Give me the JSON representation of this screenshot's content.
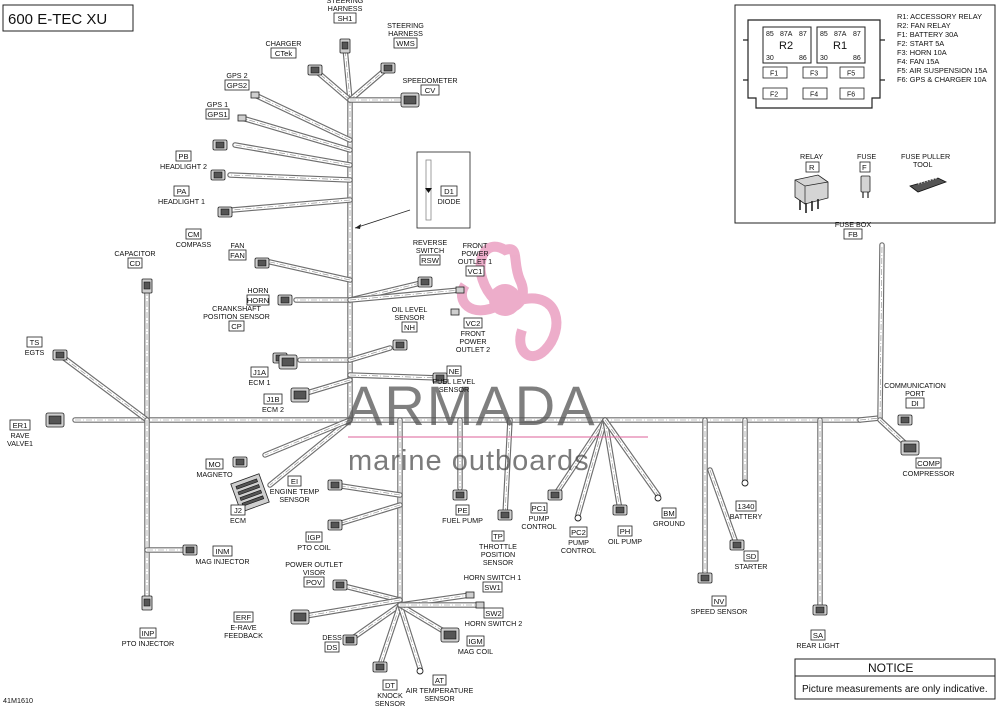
{
  "title": "600 E-TEC XU",
  "drawing_id": "41M1610",
  "notice": {
    "heading": "NOTICE",
    "text": "Picture measurements are only indicative."
  },
  "watermark": {
    "brand": "ARMADA",
    "tagline": "marine outboards"
  },
  "fuse_legend": [
    "R1: ACCESSORY RELAY",
    "R2: FAN RELAY",
    "F1: BATTERY 30A",
    "F2: START 5A",
    "F3: HORN 10A",
    "F4: FAN 15A",
    "F5: AIR SUSPENSION 15A",
    "F6: GPS & CHARGER 10A"
  ],
  "fuse_box_panel": {
    "r2": {
      "name": "R2",
      "pins": [
        "85",
        "87A",
        "87",
        "30",
        "86"
      ]
    },
    "r1": {
      "name": "R1",
      "pins": [
        "85",
        "87A",
        "87",
        "30",
        "86"
      ]
    },
    "fuses": [
      "F1",
      "F3",
      "F5",
      "F2",
      "F4",
      "F6"
    ]
  },
  "parts": {
    "relay": {
      "name": "RELAY",
      "code": "R"
    },
    "fuse": {
      "name": "FUSE",
      "code": "F"
    },
    "puller": {
      "name": "FUSE PULLER\nTOOL"
    }
  },
  "diode": {
    "code": "D1",
    "name": "DIODE"
  },
  "connectors": {
    "sh1": {
      "code": "SH1",
      "name": "STEERING\nHARNESS"
    },
    "wms": {
      "code": "WMS",
      "name": "STEERING\nHARNESS"
    },
    "ctek": {
      "code": "CTek",
      "name": "CHARGER"
    },
    "cv": {
      "code": "CV",
      "name": "SPEEDOMETER"
    },
    "gps2": {
      "code": "GPS2",
      "name": "GPS 2"
    },
    "gps1": {
      "code": "GPS1",
      "name": "GPS 1"
    },
    "pb": {
      "code": "PB",
      "name": "HEADLIGHT 2"
    },
    "pa": {
      "code": "PA",
      "name": "HEADLIGHT 1"
    },
    "cm": {
      "code": "CM",
      "name": "COMPASS"
    },
    "fan": {
      "code": "FAN",
      "name": "FAN"
    },
    "cd": {
      "code": "CD",
      "name": "CAPACITOR"
    },
    "horn": {
      "code": "HORN",
      "name": "HORN"
    },
    "rsw": {
      "code": "RSW",
      "name": "REVERSE\nSWITCH"
    },
    "vc1": {
      "code": "VC1",
      "name": "FRONT\nPOWER\nOUTLET 1"
    },
    "vc2": {
      "code": "VC2",
      "name": "FRONT\nPOWER\nOUTLET 2"
    },
    "cp": {
      "code": "CP",
      "name": "CRANKSHAFT\nPOSITION SENSOR"
    },
    "nh": {
      "code": "NH",
      "name": "OIL LEVEL\nSENSOR"
    },
    "ts": {
      "code": "TS",
      "name": "EGTS"
    },
    "j1a": {
      "code": "J1A",
      "name": "ECM 1"
    },
    "ne": {
      "code": "NE",
      "name": "FUEL LEVEL\nSENSOR"
    },
    "j1b": {
      "code": "J1B",
      "name": "ECM 2"
    },
    "er1": {
      "code": "ER1",
      "name": "RAVE\nVALVE1"
    },
    "di": {
      "code": "DI",
      "name": "COMMUNICATION\nPORT"
    },
    "fb": {
      "code": "FB",
      "name": "FUSE BOX"
    },
    "comp": {
      "code": "COMP",
      "name": "COMPRESSOR"
    },
    "mo": {
      "code": "MO",
      "name": "MAGNETO"
    },
    "ei": {
      "code": "EI",
      "name": "ENGINE TEMP\nSENSOR"
    },
    "j2": {
      "code": "J2",
      "name": "ECM"
    },
    "pe": {
      "code": "PE",
      "name": "FUEL PUMP"
    },
    "tp": {
      "code": "TP",
      "name": "THROTTLE\nPOSITION\nSENSOR"
    },
    "pc1": {
      "code": "PC1",
      "name": "PUMP\nCONTROL"
    },
    "pc2": {
      "code": "PC2",
      "name": "PUMP\nCONTROL"
    },
    "ph": {
      "code": "PH",
      "name": "OIL PUMP"
    },
    "bm": {
      "code": "BM",
      "name": "GROUND"
    },
    "b1340": {
      "code": "1340",
      "name": "BATTERY"
    },
    "igp": {
      "code": "IGP",
      "name": "PTO COIL"
    },
    "inm": {
      "code": "INM",
      "name": "MAG INJECTOR"
    },
    "sd": {
      "code": "SD",
      "name": "STARTER"
    },
    "pov": {
      "code": "POV",
      "name": "POWER OUTLET\nVISOR"
    },
    "sw1": {
      "code": "SW1",
      "name": "HORN SWITCH 1"
    },
    "sw2": {
      "code": "SW2",
      "name": "HORN SWITCH 2"
    },
    "nv": {
      "code": "NV",
      "name": "SPEED SENSOR"
    },
    "erf": {
      "code": "ERF",
      "name": "E-RAVE\nFEEDBACK"
    },
    "inp": {
      "code": "INP",
      "name": "PTO INJECTOR"
    },
    "ds": {
      "code": "DS",
      "name": "DESS"
    },
    "igm": {
      "code": "IGM",
      "name": "MAG COIL"
    },
    "sa": {
      "code": "SA",
      "name": "REAR LIGHT"
    },
    "dt": {
      "code": "DT",
      "name": "KNOCK\nSENSOR"
    },
    "at": {
      "code": "AT",
      "name": "AIR TEMPERATURE\nSENSOR"
    }
  }
}
